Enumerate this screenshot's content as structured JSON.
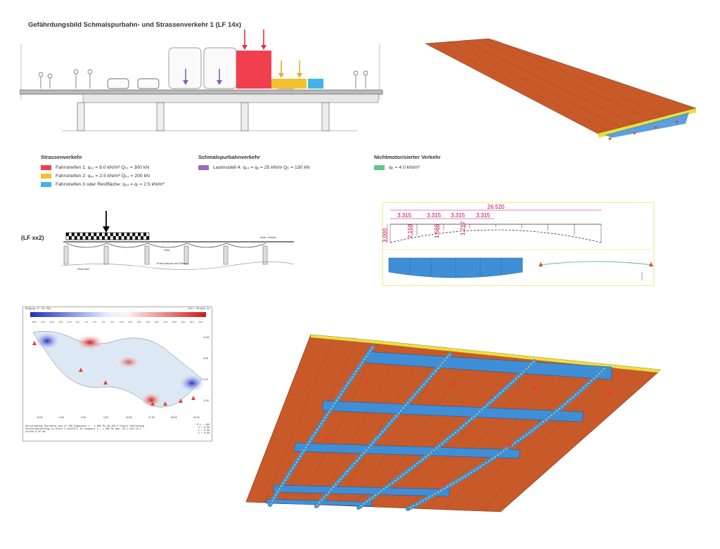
{
  "title": "Gefährdungsbild Schmalspurbahn- und Strassenverkehr 1 (LF 14x)",
  "legend": {
    "strassen": {
      "heading": "Strassenverkehr",
      "items": [
        {
          "color": "#f04050",
          "label": "Fahrstreifen 1: qₛ₁ = 9.0 kN/m²    Qₖ₁ = 300 kN"
        },
        {
          "color": "#f4c030",
          "label": "Fahrstreifen 2: qₛ₂ = 2.5 kN/m²    Qₖ₂ = 200 kN"
        },
        {
          "color": "#40b4e8",
          "label": "Fahrstreifen 3 oder Restfläche: qₛ₃ = qᵣ = 2.5 kN/m²"
        }
      ]
    },
    "bahn": {
      "heading": "Schmalspurbahnverkehr",
      "items": [
        {
          "color": "#9b6cc0",
          "label": "Lastmodell 4: qₛ₄ = qᵥ = 25 kN/m     Qₖ = 130 kN"
        }
      ]
    },
    "fuss": {
      "heading": "Nichtmotorisierter Verkehr",
      "items": [
        {
          "color": "#5cc98a",
          "label": "qₖ = 4.0 kN/m²"
        }
      ]
    }
  },
  "lf_label": "(LF xx2)",
  "elevation": {
    "label_gleis": "Gleis",
    "label_seebrucke": "Seebrücke",
    "label_profil": "Profil zwischen den Pfeilern",
    "label_fahrbahn": "Seeb. Verkehr"
  },
  "dimensions": {
    "total": "26.520",
    "spans": [
      "3.315",
      "3.315",
      "3.315",
      "3.315"
    ],
    "heights": [
      "3.000",
      "2.159",
      "1.566",
      "1.217"
    ]
  },
  "contour_plot": {
    "header_left": "Biegung LF 14x  M11",
    "header_right": "Fall: Brücke 4x",
    "scale_labels": [
      "-28.0",
      "-24.0",
      "-20.0",
      "-16.0",
      "-12.0",
      "-8.0",
      "-4.0",
      "0.0",
      "4.0",
      "8.0",
      "12.0",
      "16.0",
      "20.0",
      "24.0",
      "28.0",
      "32.0",
      "36.0",
      "40.0",
      "44.0",
      "48.0"
    ],
    "x_ticks": [
      "-18.00",
      "-9.00",
      "0.00",
      "9.00",
      "18.00",
      "27.00",
      "36.00",
      "45.00"
    ],
    "y_ticks": [
      "10.00",
      "5.00",
      "0.00",
      "-5.00"
    ],
    "footer_lines": [
      "Verschiebung Sterbehut aus LF 100 Zugachsen  1 : 1.000 Ru am 100.0 Faktor Überhöhung",
      "Verkehrsbelastung in Gleis 2  LastFall 10 Langzeit  1 : 1.000 Ru  max -53.2  min 53.2",
      "Stufen 6.35 mm"
    ],
    "footer_right": [
      "M 1 : 400",
      "X = 0.00",
      "Y = 0.00",
      "Z = 0.00"
    ]
  },
  "colors": {
    "deck_orange": "#c85a2a",
    "girder_blue": "#3f8fd8",
    "stiffener_yellow": "#e8e040",
    "support_red": "#e84030",
    "dim_magenta": "#c0005a"
  }
}
